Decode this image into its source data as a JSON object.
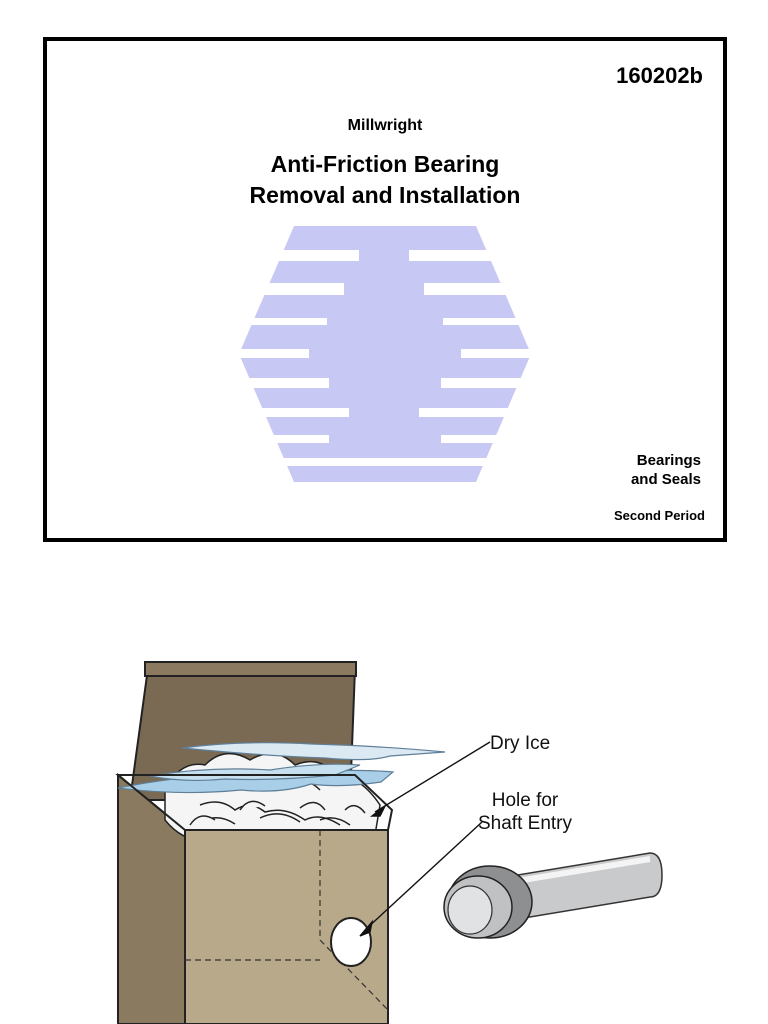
{
  "cover": {
    "code": "160202b",
    "trade": "Millwright",
    "title_line1": "Anti-Friction Bearing",
    "title_line2": "Removal and Installation",
    "subject_line1": "Bearings",
    "subject_line2": "and Seals",
    "period": "Second Period",
    "logo_color": "#c8c8f5"
  },
  "illustration": {
    "dry_ice_label": "Dry Ice",
    "hole_label_line1": "Hole for",
    "hole_label_line2": "Shaft Entry",
    "box_color": "#b8a98a",
    "ice_color": "#a9cfe8",
    "shaft_color": "#c8cacc"
  }
}
